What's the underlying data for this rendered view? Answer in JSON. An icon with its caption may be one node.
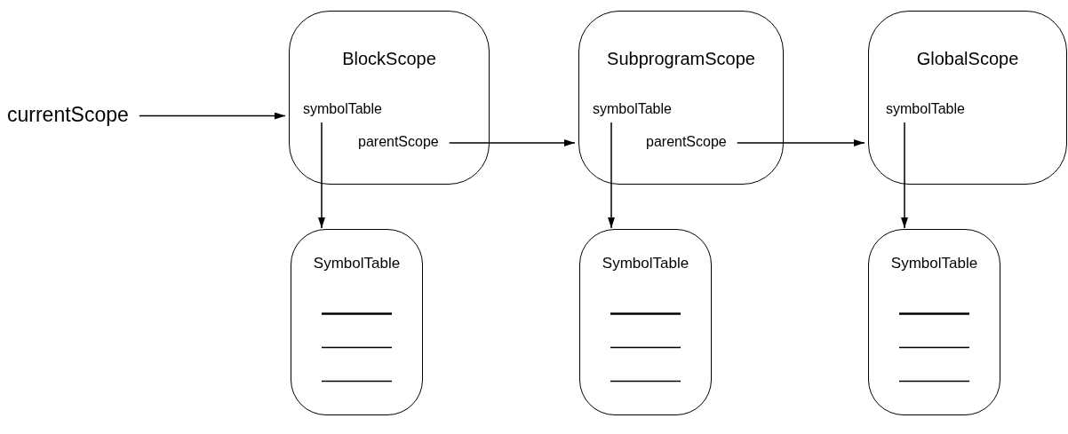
{
  "diagram": {
    "nodes": [
      {
        "text": [
          "currentScope"
        ]
      },
      {
        "text": [
          "BlockScope"
        ]
      },
      {
        "text": [
          "symbolTable"
        ],
        "in": 1
      },
      {
        "text": [
          "parentScope"
        ],
        "in": 1
      },
      {
        "text": [
          "SubprogramScope"
        ]
      },
      {
        "text": [
          "symbolTable"
        ],
        "in": 4
      },
      {
        "text": [
          "parentScope"
        ],
        "in": 4
      },
      {
        "text": [
          "GlobalScope"
        ]
      },
      {
        "text": [
          "symbolTable"
        ],
        "in": 7
      },
      {
        "text": [
          "SymbolTable"
        ]
      },
      {
        "text": [
          "SymbolTable"
        ]
      },
      {
        "text": [
          "SymbolTable"
        ]
      }
    ],
    "edges": [
      {
        "from": 0,
        "to": 1,
        "arrow": "to"
      },
      {
        "from": 2,
        "to": 9,
        "arrow": "to"
      },
      {
        "from": 3,
        "to": 4,
        "arrow": "to"
      },
      {
        "from": 5,
        "to": 10,
        "arrow": "to"
      },
      {
        "from": 6,
        "to": 7,
        "arrow": "to"
      },
      {
        "from": 8,
        "to": 11,
        "arrow": "to"
      }
    ]
  }
}
